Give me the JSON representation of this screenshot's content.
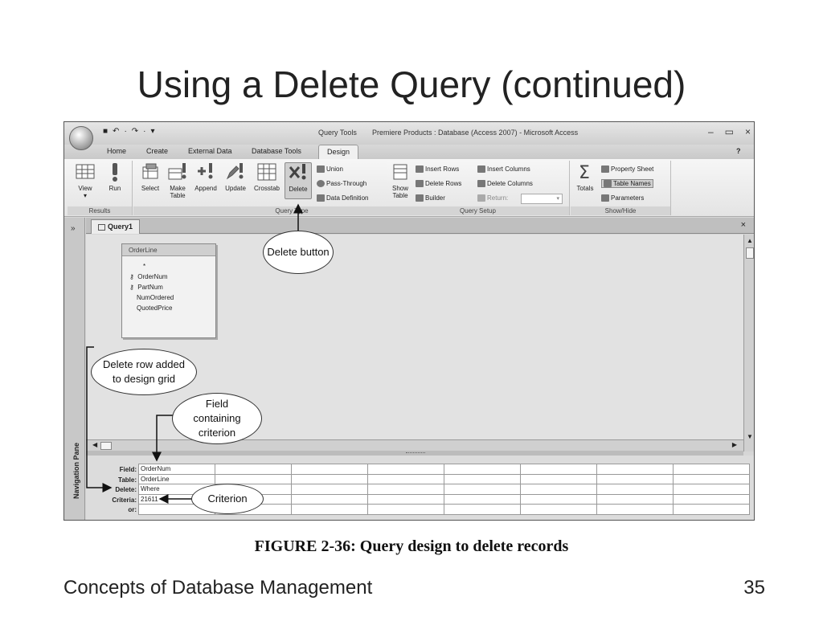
{
  "slide": {
    "title": "Using a Delete Query (continued)",
    "caption": "FIGURE 2-36: Query design to delete records",
    "footer_left": "Concepts of Database Management",
    "footer_right": "35"
  },
  "window": {
    "quick_access": [
      "■",
      "↶",
      "·",
      "↷",
      "·",
      "▾"
    ],
    "context_tab": "Query Tools",
    "title": "Premiere Products : Database (Access 2007) - Microsoft Access",
    "controls": [
      "–",
      "▭",
      "×"
    ]
  },
  "tabs": {
    "home": "Home",
    "create": "Create",
    "external": "External Data",
    "dbtools": "Database Tools",
    "design": "Design",
    "help": "?"
  },
  "ribbon": {
    "results": {
      "label": "Results",
      "view": "View",
      "run": "Run"
    },
    "query_type": {
      "label": "Query Type",
      "select": "Select",
      "make_table_1": "Make",
      "make_table_2": "Table",
      "append": "Append",
      "update": "Update",
      "crosstab": "Crosstab",
      "delete": "Delete",
      "union": "Union",
      "pass_through": "Pass-Through",
      "data_definition": "Data Definition"
    },
    "query_setup": {
      "label": "Query Setup",
      "show_table_1": "Show",
      "show_table_2": "Table",
      "insert_rows": "Insert Rows",
      "delete_rows": "Delete Rows",
      "builder": "Builder",
      "insert_columns": "Insert Columns",
      "delete_columns": "Delete Columns",
      "return": "Return:"
    },
    "show_hide": {
      "label": "Show/Hide",
      "totals": "Totals",
      "property_sheet": "Property Sheet",
      "table_names": "Table Names",
      "parameters": "Parameters"
    }
  },
  "nav_pane": {
    "label": "Navigation Pane",
    "chevron": "»"
  },
  "document": {
    "tab": "Query1",
    "close": "×"
  },
  "table_box": {
    "title": "OrderLine",
    "star": "*",
    "fields": [
      "OrderNum",
      "PartNum",
      "NumOrdered",
      "QuotedPrice"
    ]
  },
  "design_grid": {
    "row_labels": [
      "Field:",
      "Table:",
      "Delete:",
      "Criteria:",
      "or:"
    ],
    "column1": [
      "OrderNum",
      "OrderLine",
      "Where",
      "21611",
      ""
    ]
  },
  "callouts": {
    "delete_button": "Delete button",
    "delete_row": "Delete row added to design grid",
    "field_criterion": "Field containing criterion",
    "criterion": "Criterion"
  },
  "colors": {
    "ribbon": "#e4e4e4",
    "workspace": "#e2e2e2",
    "pressed": "#cfcfcf"
  }
}
